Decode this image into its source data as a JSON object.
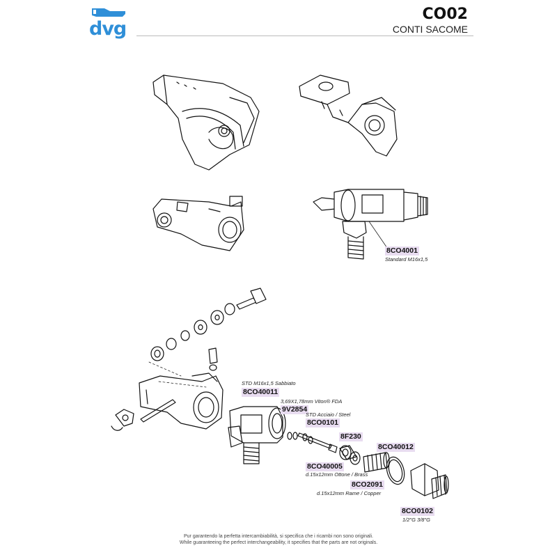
{
  "header": {
    "logo_text": "dvg",
    "code": "CO02",
    "title": "CONTI SACOME"
  },
  "parts": [
    {
      "code": "8CO4001",
      "note": "Standard M16x1,5"
    },
    {
      "code": "8CO40011",
      "note": "STD M16x1,5 Sabbiato"
    },
    {
      "code": "9V2854",
      "note": "3,69X1,78mm Viton® FDA"
    },
    {
      "code": "8CO0101",
      "note": "STD Acciaio / Steel"
    },
    {
      "code": "8F230",
      "note": ""
    },
    {
      "code": "8CO40012",
      "note": ""
    },
    {
      "code": "8CO40005",
      "note": "d.15x12mm  Ottone / Brass"
    },
    {
      "code": "8CO2091",
      "note": "d.15x12mm Rame / Copper"
    },
    {
      "code": "8CO0102",
      "note": "1/2\"G 3/8\"G"
    }
  ],
  "footer": {
    "line1": "Pur garantendo la perfetta intercambiabilità, si specifica che i ricambi non sono originali.",
    "line2": "While guaranteeing the perfect interchangeability, it specifies that the parts are not originals."
  },
  "colors": {
    "logo_blue": "#2f8fd8",
    "label_highlight": "#e8dcf0"
  }
}
